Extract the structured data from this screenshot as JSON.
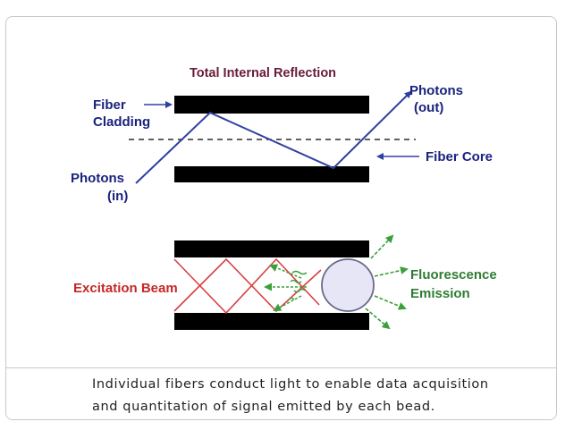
{
  "diagram": {
    "title": "Total Internal Reflection",
    "labels": {
      "fiber_cladding_1": "Fiber",
      "fiber_cladding_2": "Cladding",
      "photons_in_1": "Photons",
      "photons_in_2": "(in)",
      "photons_out_1": "Photons",
      "photons_out_2": "(out)",
      "fiber_core": "Fiber Core",
      "excitation_beam": "Excitation Beam",
      "fluorescence_1": "Fluorescence",
      "fluorescence_2": "Emission"
    },
    "colors": {
      "blue_text": "#1a237e",
      "red_text": "#c62828",
      "green_text": "#2e7d32",
      "title_text": "#6a1b3a",
      "ray_blue": "#3040a0",
      "beam_red": "#d84040",
      "emission_green": "#3aa03a",
      "bead_fill": "#e6e6f6",
      "bead_stroke": "#6a6a8a",
      "fiber_black": "#000000"
    }
  },
  "caption": {
    "line1": "Individual fibers conduct light to enable data acquisition",
    "line2": "and quantitation of signal emitted by each bead."
  }
}
